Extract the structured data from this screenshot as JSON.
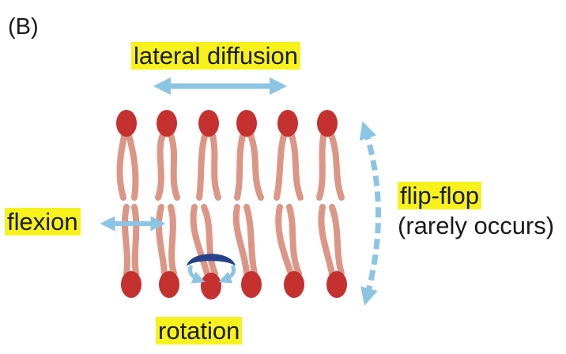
{
  "diagram": {
    "panel_label": "(B)",
    "labels": {
      "lateral_diffusion": "lateral diffusion",
      "flexion": "flexion",
      "flip_flop": "flip-flop",
      "flip_flop_note": "(rarely occurs)",
      "rotation": "rotation"
    },
    "colors": {
      "head": "#c5312f",
      "tail": "#dc9686",
      "arrow": "#8cc5e3",
      "rotation_arc": "#27428a",
      "highlight": "#f7f21c"
    }
  }
}
